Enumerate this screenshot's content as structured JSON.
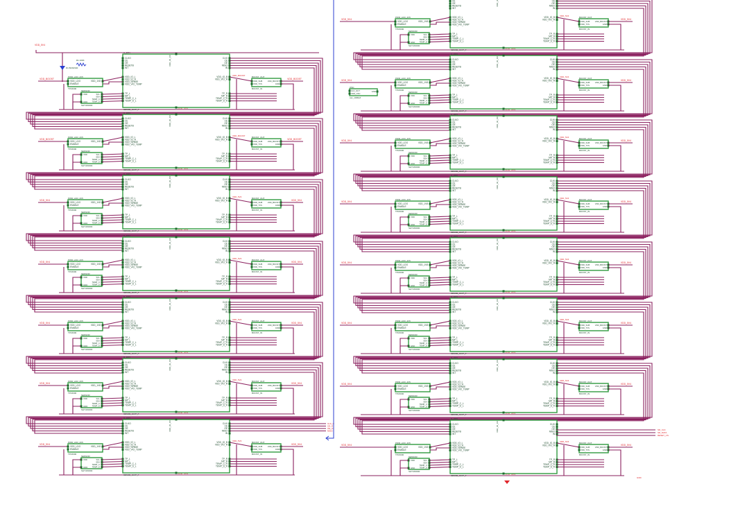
{
  "colors": {
    "wire": "#8a1f5e",
    "box": "#2f9a3e",
    "pin": "#1d6b2c",
    "net": "#e0242a",
    "blue": "#2b3fd0",
    "text": "#1d4b2c"
  },
  "main_block": {
    "ref": "U_DRV",
    "left_top_pins": [
      "CLKO",
      "CE",
      "OE",
      "RESETB",
      "INT"
    ],
    "left_mid_pins": [
      "VDD_IO_L",
      "VDD_IO_R",
      "VDD_SENSE",
      "VDD_VIO_TEMP"
    ],
    "left_bot_pins": [
      "TP_L",
      "MP_L",
      "TEMP_C_L",
      "TEMP_D_L"
    ],
    "right_top_pins": [
      "CLKI",
      "CE",
      "OE",
      "MISO",
      "IN"
    ],
    "right_mid_pins": [
      "VDD_IO_B",
      "VDD_VIO_R"
    ],
    "right_bot_pins": [
      "TP_R",
      "MP_R",
      "TEMP_C_R",
      "TEMP_D_R"
    ],
    "top_pin": "VDD_IO_CC",
    "bot_pin": "GND",
    "footer": "SENSE_CHIP_F"
  },
  "regulator": {
    "title": "PWR_LDO_2V5",
    "pins": [
      "VDD_LDO",
      "ENABLE"
    ],
    "out": "VDD_1V8",
    "ref": "TPL5000"
  },
  "sensor": {
    "title": "SENSOR",
    "pins_l": [
      "VDD",
      "GND"
    ],
    "pins_r": [
      "SCL",
      "SDA",
      "TEMP_C",
      "TEMP_D"
    ],
    "ref": "SHT4X0000"
  },
  "output": {
    "title": "BOOST_OUT",
    "pins": [
      "VDD_SUB",
      "VDD_TVS"
    ],
    "outs": [
      "VDD_BOOST",
      "GND"
    ],
    "ref": "BOOST_IN"
  },
  "left_column": {
    "rows": [
      {
        "in_net": "VDD_BOOST",
        "rail": "VDD_5V0",
        "out_net": "VDD_BOOST"
      },
      {
        "in_net": "VDD_BOOST",
        "rail": "VDD_5V0",
        "out_net": "VDD_BOOST"
      },
      {
        "in_net": "VDD_5V4",
        "rail": "VDD_5V4",
        "out_net": "VDD_5V4"
      },
      {
        "in_net": "VDD_5V4",
        "rail": "VDD_5V4",
        "out_net": "VDD_5V4"
      },
      {
        "in_net": "VDD_5V4",
        "rail": "VDD_5V4",
        "out_net": "VDD_5V4"
      },
      {
        "in_net": "VDD_5V4",
        "rail": "VDD_5V4",
        "out_net": "VDD_5V4"
      },
      {
        "in_net": "VDD_5V4",
        "rail": "VDD_5V4",
        "out_net": "VDD_5V4"
      }
    ],
    "supply": "VDD_5V4",
    "diode": "D1 BAS0340",
    "resistor": "R1 100K",
    "bus_out": [
      "CLK_O",
      "CE_O",
      "OE_O",
      "MISO"
    ]
  },
  "right_column": {
    "rows": [
      {
        "in_net": "VDD_5V4",
        "rail": "VDD_5V4",
        "out_net": "VDD_5V4"
      },
      {
        "in_net": "VDD_5V4",
        "rail": "VDD_5V4",
        "out_net": "VDD_5V4"
      },
      {
        "in_net": "VDD_5V4",
        "rail": "VDD_5V4",
        "out_net": "VDD_5V4"
      },
      {
        "in_net": "VDD_5V4",
        "rail": "VDD_5V4",
        "out_net": "VDD_5V4"
      },
      {
        "in_net": "VDD_5V4",
        "rail": "VDD_5V4",
        "out_net": "VDD_5V4"
      },
      {
        "in_net": "VDD_5V4",
        "rail": "VDD_5V4",
        "out_net": "VDD_5V4"
      },
      {
        "in_net": "VDD_5V4",
        "rail": "VDD_5V4",
        "out_net": "VDD_5V4"
      },
      {
        "in_net": "VDD_5V4",
        "rail": "VDD_5V4",
        "out_net": "VDD_5V4"
      }
    ],
    "osc": {
      "title": "OSC",
      "pins": [
        "CLK_OUT",
        "VDD_OSC"
      ],
      "out": "GND",
      "ref": "osc_10MHZ"
    },
    "bus_out": [
      "SD_CLK",
      "SD_DATA",
      "RESET_CS"
    ],
    "gnd": "GND"
  }
}
